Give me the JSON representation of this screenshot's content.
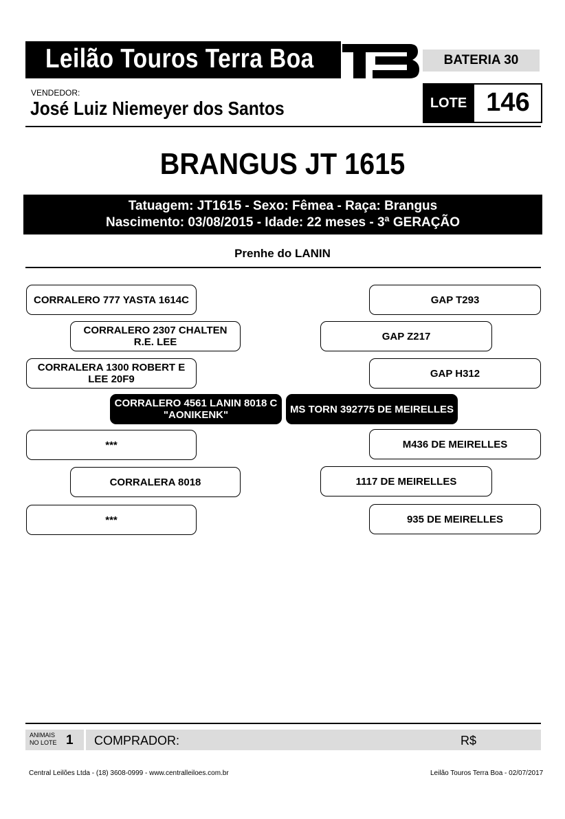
{
  "header": {
    "title": "Leilão Touros Terra Boa",
    "bateria": "BATERIA 30"
  },
  "vendor": {
    "label": "VENDEDOR:",
    "name": "José Luiz Niemeyer dos Santos"
  },
  "lote": {
    "label": "LOTE",
    "number": "146"
  },
  "animal": {
    "name": "BRANGUS JT 1615",
    "info_line1": "Tatuagem: JT1615  -  Sexo: Fêmea  -  Raça: Brangus",
    "info_line2": "Nascimento: 03/08/2015  -  Idade: 22 meses  -  3ª GERAÇÃO",
    "prenhe": "Prenhe do LANIN"
  },
  "pedigree": {
    "left_ggs": "CORRALERO 777 YASTA 1614C",
    "left_gs": "CORRALERO 2307 CHALTEN R.E. LEE",
    "left_ggd1": "CORRALERA 1300 ROBERT E LEE 20F9",
    "sire": "CORRALERO 4561 LANIN 8018 C \"AONIKENK\"",
    "left_ggs2": "***",
    "left_gd": "CORRALERA 8018",
    "left_ggd2": "***",
    "right_ggs": "GAP T293",
    "right_gs": "GAP Z217",
    "right_ggd1": "GAP H312",
    "dam": "MS TORN 392775 DE MEIRELLES",
    "right_ggs2": "M436 DE MEIRELLES",
    "right_gd": "1117 DE MEIRELLES",
    "right_ggd2": "935 DE MEIRELLES"
  },
  "footer": {
    "animais_label_1": "ANIMAIS",
    "animais_label_2": "NO LOTE",
    "animais_count": "1",
    "comprador": "COMPRADOR:",
    "currency": "R$",
    "credit_left": "Central Leilões Ltda - (18) 3608-0999 - www.centralleiloes.com.br",
    "credit_right": "Leilão Touros Terra Boa - 02/07/2017"
  }
}
